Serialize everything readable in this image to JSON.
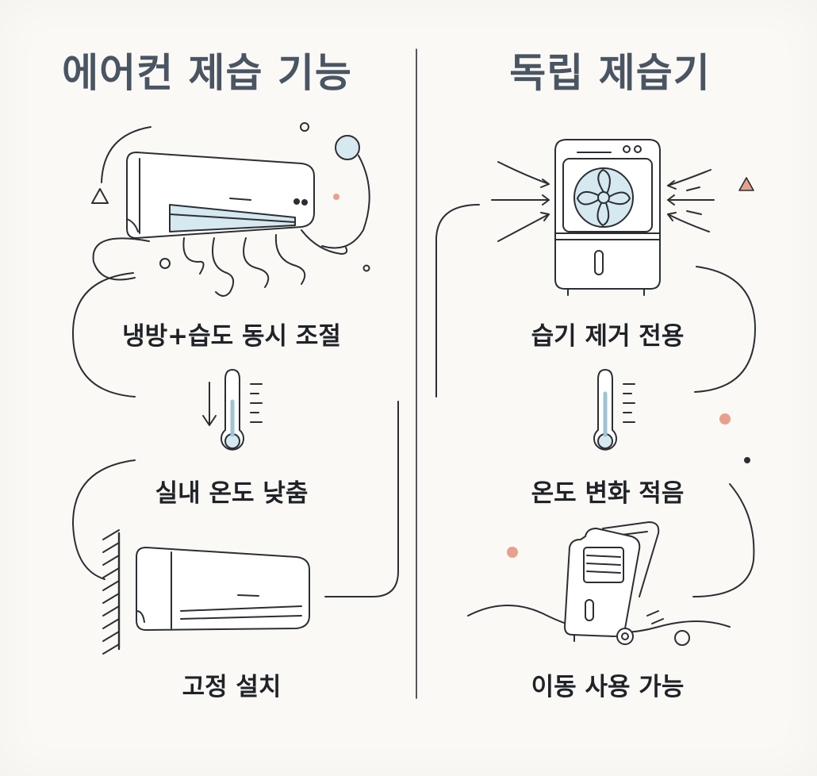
{
  "left_panel": {
    "title": "에어컨 제습 기능",
    "features": [
      "냉방+습도 동시 조절",
      "실내 온도 낮춤",
      "고정 설치"
    ]
  },
  "right_panel": {
    "title": "독립 제습기",
    "features": [
      "습기 제거 전용",
      "온도 변화 적음",
      "이동 사용 가능"
    ]
  },
  "colors": {
    "title": "#4a5563",
    "text": "#1f2328",
    "line": "#2b2f33",
    "accent_blue": "#d6e8f0",
    "accent_coral": "#e8a08c"
  }
}
